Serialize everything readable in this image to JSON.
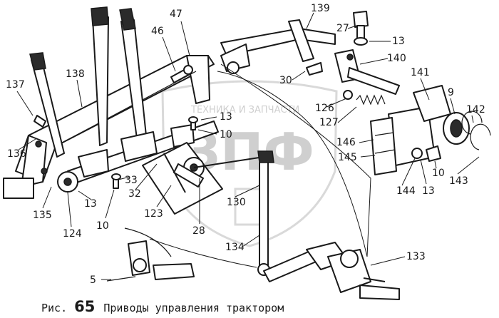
{
  "watermark": {
    "arc_text": "ТЕХНИКА И ЗАПЧАСТИ",
    "monogram": "ЗПФ"
  },
  "callouts": [
    "139",
    "47",
    "27",
    "13",
    "46",
    "140",
    "138",
    "30",
    "141",
    "137",
    "126",
    "9",
    "13",
    "127",
    "142",
    "10",
    "146",
    "145",
    "136",
    "33",
    "144",
    "13",
    "10",
    "143",
    "13",
    "32",
    "130",
    "135",
    "124",
    "123",
    "10",
    "28",
    "134",
    "133",
    "5"
  ],
  "caption": {
    "prefix": "Рис.",
    "number": "65",
    "title": "Приводы управления трактором"
  }
}
